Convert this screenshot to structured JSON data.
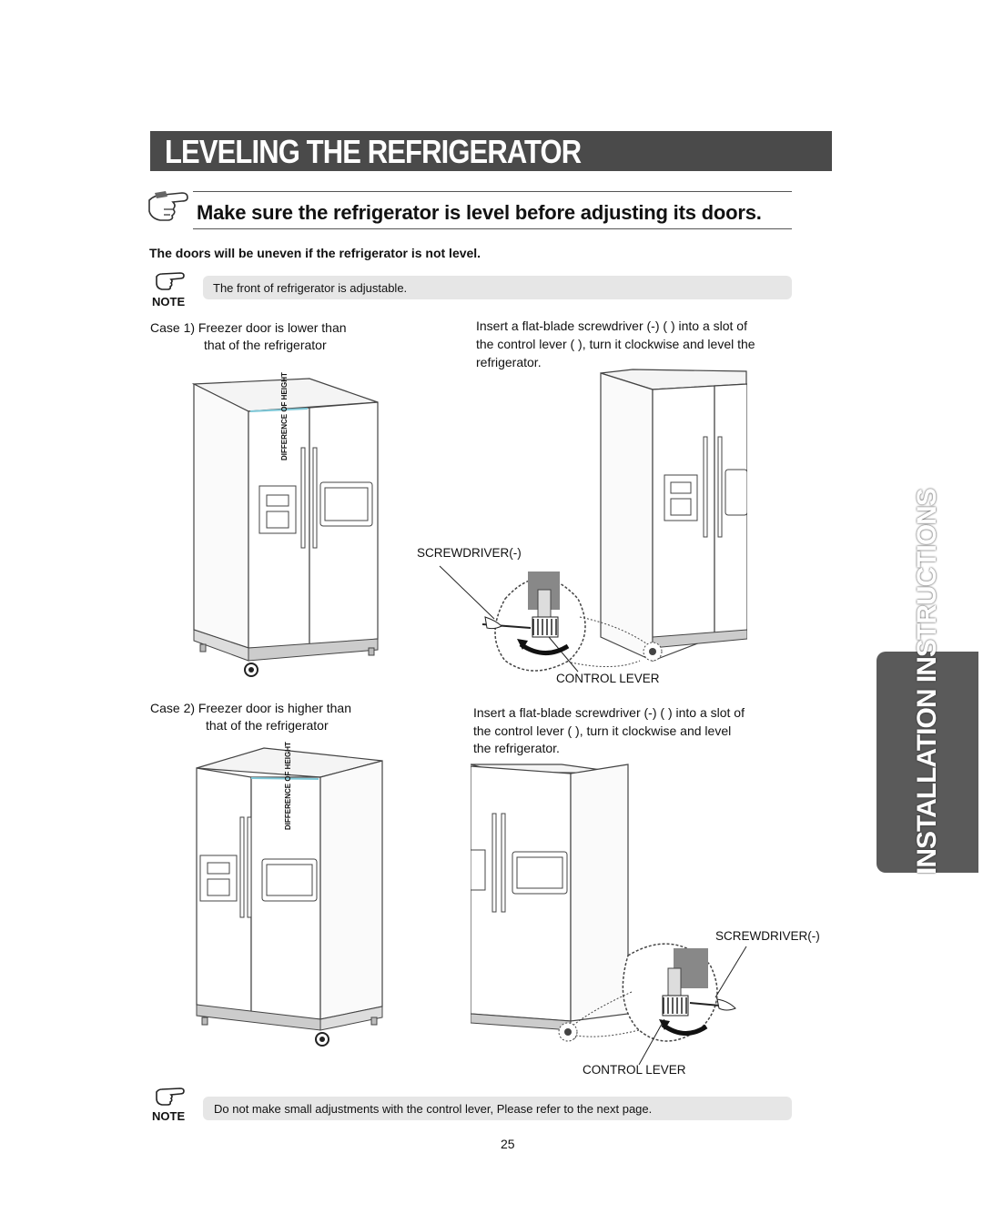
{
  "page": {
    "title": "LEVELING THE REFRIGERATOR",
    "subheading": "Make sure the refrigerator is level before adjusting its doors.",
    "intro": "The doors will be uneven if the refrigerator is not level.",
    "note_label": "NOTE",
    "note_top": "The front of refrigerator is adjustable.",
    "note_bottom": "Do not make small adjustments with the control lever,  Please refer to the next page.",
    "page_number": "25",
    "side_tab": "INSTALLATION INSTRUCTIONS"
  },
  "case1": {
    "line1": "Case 1) Freezer door is lower than",
    "line2": "that of the refrigerator",
    "instr1": "Insert a flat-blade screwdriver (-)  (    ) into a slot of",
    "instr2": "the control lever (    ), turn it clockwise and level the",
    "instr3": "refrigerator.",
    "height_label": "DIFFERENCE OF HEIGHT",
    "screwdriver_label": "SCREWDRIVER(-)",
    "lever_label": "CONTROL LEVER"
  },
  "case2": {
    "line1": "Case 2) Freezer door is higher than",
    "line2": "that of the refrigerator",
    "instr1": "Insert a flat-blade screwdriver (-) (    ) into a slot of",
    "instr2": "the control lever (    ), turn it clockwise and level",
    "instr3": "the refrigerator.",
    "height_label": "DIFFERENCE OF HEIGHT",
    "screwdriver_label": "SCREWDRIVER(-)",
    "lever_label": "CONTROL LEVER"
  },
  "icons": [
    "pointing-hand-icon",
    "note-hand-icon",
    "rotation-arrow-icon"
  ]
}
